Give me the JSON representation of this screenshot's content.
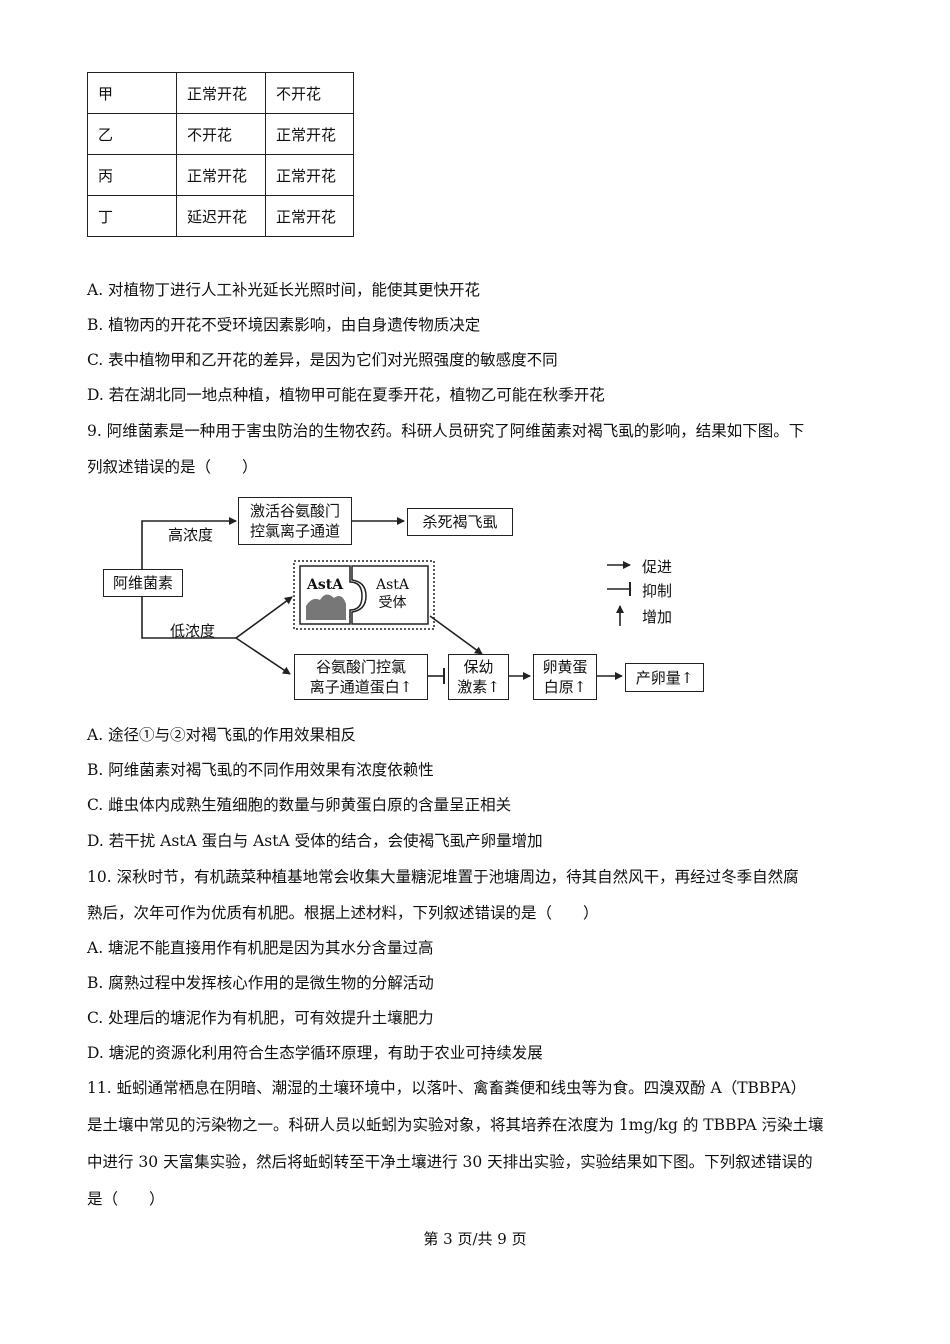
{
  "table": {
    "rows": [
      [
        "甲",
        "正常开花",
        "不开花"
      ],
      [
        "乙",
        "不开花",
        "正常开花"
      ],
      [
        "丙",
        "正常开花",
        "正常开花"
      ],
      [
        "丁",
        "延迟开花",
        "正常开花"
      ]
    ]
  },
  "q8": {
    "A": "A. 对植物丁进行人工补光延长光照时间，能使其更快开花",
    "B": "B. 植物丙的开花不受环境因素影响，由自身遗传物质决定",
    "C": "C. 表中植物甲和乙开花的差异，是因为它们对光照强度的敏感度不同",
    "D": "D. 若在湖北同一地点种植，植物甲可能在夏季开花，植物乙可能在秋季开花"
  },
  "q9": {
    "stem1": "9. 阿维菌素是一种用于害虫防治的生物农药。科研人员研究了阿维菌素对褐飞虱的影响，结果如下图。下",
    "stem2": "列叙述错误的是（　　）",
    "A": "A. 途径①与②对褐飞虱的作用效果相反",
    "B": "B. 阿维菌素对褐飞虱的不同作用效果有浓度依赖性",
    "C": "C. 雌虫体内成熟生殖细胞的数量与卵黄蛋白原的含量呈正相关",
    "D": "D. 若干扰 AstA 蛋白与 AstA 受体的结合，会使褐飞虱产卵量增加"
  },
  "diagram": {
    "avermectin": "阿维菌素",
    "high": "高浓度",
    "low": "低浓度",
    "activate_line1": "激活谷氨酸门",
    "activate_line2": "控氯离子通道",
    "kill": "杀死褐飞虱",
    "asta": "AstA",
    "asta_receptor_line1": "AstA",
    "asta_receptor_line2": "受体",
    "protein_line1": "谷氨酸门控氯",
    "protein_line2": "离子通道蛋白↑",
    "jh_line1": "保幼",
    "jh_line2": "激素↑",
    "vg_line1": "卵黄蛋",
    "vg_line2": "白原↑",
    "egg": "产卵量↑",
    "legend_promote": "促进",
    "legend_inhibit": "抑制",
    "legend_increase": "增加"
  },
  "q10": {
    "stem1": "10. 深秋时节，有机蔬菜种植基地常会收集大量糖泥堆置于池塘周边，待其自然风干，再经过冬季自然腐",
    "stem2": "熟后，次年可作为优质有机肥。根据上述材料，下列叙述错误的是（　　）",
    "A": "A. 塘泥不能直接用作有机肥是因为其水分含量过高",
    "B": "B. 腐熟过程中发挥核心作用的是微生物的分解活动",
    "C": "C. 处理后的塘泥作为有机肥，可有效提升土壤肥力",
    "D": "D. 塘泥的资源化利用符合生态学循环原理，有助于农业可持续发展"
  },
  "q11": {
    "l1": "11. 蚯蚓通常栖息在阴暗、潮湿的土壤环境中，以落叶、禽畜粪便和线虫等为食。四溴双酚 A（TBBPA）",
    "l2": "是土壤中常见的污染物之一。科研人员以蚯蚓为实验对象，将其培养在浓度为 1mg/kg 的 TBBPA 污染土壤",
    "l3": "中进行 30 天富集实验，然后将蚯蚓转至干净土壤进行 30 天排出实验，实验结果如下图。下列叙述错误的",
    "l4": "是（　　）"
  },
  "footer": "第 3 页/共 9 页"
}
